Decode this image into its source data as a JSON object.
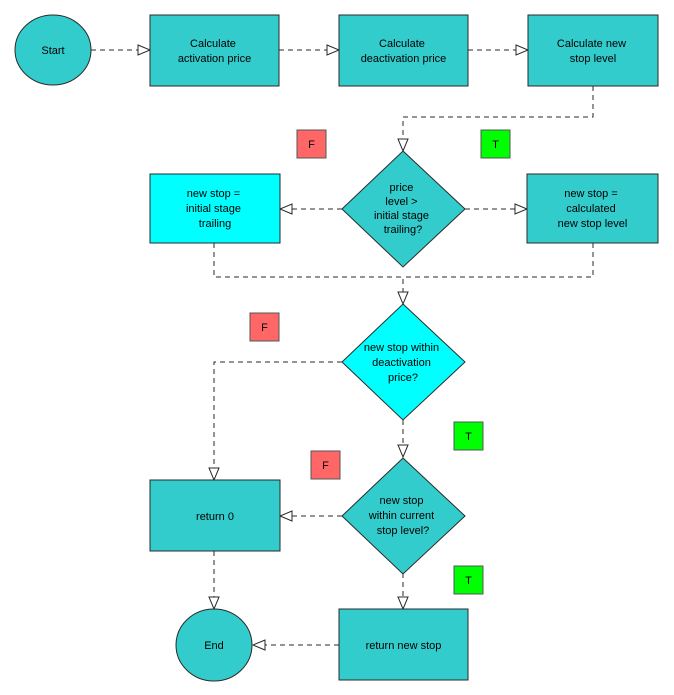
{
  "colors": {
    "node_fill": "#33CCCC",
    "highlight_fill": "#00FFFF",
    "true_fill": "#00FF00",
    "false_fill": "#FF6666"
  },
  "nodes": {
    "start": {
      "lines": [
        "Start"
      ]
    },
    "calc_activation": {
      "lines": [
        "Calculate",
        "activation price"
      ]
    },
    "calc_deactivation": {
      "lines": [
        "Calculate",
        "deactivation price"
      ]
    },
    "calc_new_stop": {
      "lines": [
        "Calculate new",
        "stop level"
      ]
    },
    "decision_price_level": {
      "lines": [
        "price",
        "level >",
        "initial stage",
        "trailing?"
      ]
    },
    "initial_stage": {
      "lines": [
        "new stop =",
        "initial stage",
        "trailing"
      ]
    },
    "calculated_stop": {
      "lines": [
        "new stop =",
        "calculated",
        "new stop level"
      ]
    },
    "decision_deactivation": {
      "lines": [
        "new stop within",
        "deactivation",
        "price?"
      ]
    },
    "decision_current_stop": {
      "lines": [
        "new stop",
        "within current",
        "stop level?"
      ]
    },
    "return_zero": {
      "lines": [
        "return 0"
      ]
    },
    "return_new_stop": {
      "lines": [
        "return new stop"
      ]
    },
    "end": {
      "lines": [
        "End"
      ]
    }
  },
  "badges": {
    "false_label": "F",
    "true_label": "T"
  }
}
